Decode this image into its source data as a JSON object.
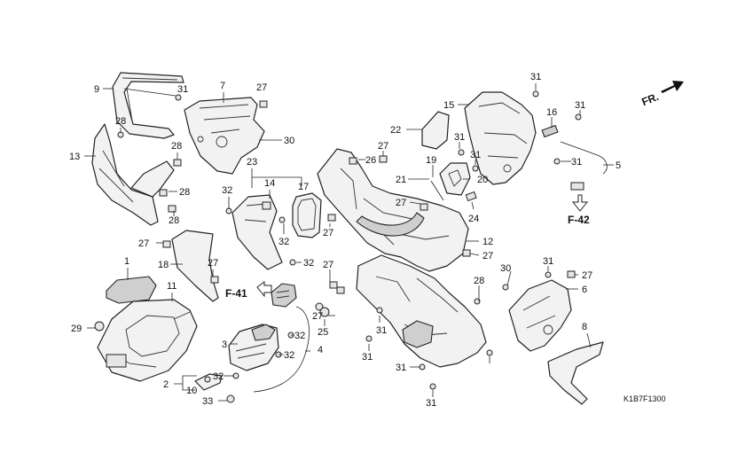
{
  "direction": {
    "text": "FR."
  },
  "refs": {
    "f41": "F-41",
    "f42": "F-42"
  },
  "diagram_code": "K1B7F1300",
  "callouts": [
    {
      "id": "c9",
      "text": "9"
    },
    {
      "id": "c31a",
      "text": "31"
    },
    {
      "id": "c7",
      "text": "7"
    },
    {
      "id": "c27a",
      "text": "27"
    },
    {
      "id": "c28a",
      "text": "28"
    },
    {
      "id": "c30",
      "text": "30"
    },
    {
      "id": "c13",
      "text": "13"
    },
    {
      "id": "c28b",
      "text": "28"
    },
    {
      "id": "c28c",
      "text": "28"
    },
    {
      "id": "c28d",
      "text": "28"
    },
    {
      "id": "c23",
      "text": "23"
    },
    {
      "id": "c14",
      "text": "14"
    },
    {
      "id": "c17",
      "text": "17"
    },
    {
      "id": "c32a",
      "text": "32"
    },
    {
      "id": "c32b",
      "text": "32"
    },
    {
      "id": "c27b",
      "text": "27"
    },
    {
      "id": "c1",
      "text": "1"
    },
    {
      "id": "c18",
      "text": "18"
    },
    {
      "id": "c27c",
      "text": "27"
    },
    {
      "id": "c11",
      "text": "11"
    },
    {
      "id": "c32c",
      "text": "32"
    },
    {
      "id": "c29",
      "text": "29"
    },
    {
      "id": "c3",
      "text": "3"
    },
    {
      "id": "c32d",
      "text": "32"
    },
    {
      "id": "c32e",
      "text": "32"
    },
    {
      "id": "c4",
      "text": "4"
    },
    {
      "id": "c32f",
      "text": "32"
    },
    {
      "id": "c2",
      "text": "2"
    },
    {
      "id": "c10",
      "text": "10"
    },
    {
      "id": "c33",
      "text": "33"
    },
    {
      "id": "c26",
      "text": "26"
    },
    {
      "id": "c27d",
      "text": "27"
    },
    {
      "id": "c22",
      "text": "22"
    },
    {
      "id": "c15",
      "text": "15"
    },
    {
      "id": "c31b",
      "text": "31"
    },
    {
      "id": "c31c",
      "text": "31"
    },
    {
      "id": "c16",
      "text": "16"
    },
    {
      "id": "c31d",
      "text": "31"
    },
    {
      "id": "c31e",
      "text": "31"
    },
    {
      "id": "c5",
      "text": "5"
    },
    {
      "id": "c19",
      "text": "19"
    },
    {
      "id": "c31f",
      "text": "31"
    },
    {
      "id": "c21",
      "text": "21"
    },
    {
      "id": "c20",
      "text": "20"
    },
    {
      "id": "c27e",
      "text": "27"
    },
    {
      "id": "c24",
      "text": "24"
    },
    {
      "id": "c27f",
      "text": "27"
    },
    {
      "id": "c12",
      "text": "12"
    },
    {
      "id": "c27g",
      "text": "27"
    },
    {
      "id": "c27h",
      "text": "27"
    },
    {
      "id": "c27i",
      "text": "27"
    },
    {
      "id": "c25",
      "text": "25"
    },
    {
      "id": "c31g",
      "text": "31"
    },
    {
      "id": "c31h",
      "text": "31"
    },
    {
      "id": "c31i",
      "text": "31"
    },
    {
      "id": "c31j",
      "text": "31"
    },
    {
      "id": "c28e",
      "text": "28"
    },
    {
      "id": "c30b",
      "text": "30"
    },
    {
      "id": "c31k",
      "text": "31"
    },
    {
      "id": "c27j",
      "text": "27"
    },
    {
      "id": "c6",
      "text": "6"
    },
    {
      "id": "c8",
      "text": "8"
    }
  ]
}
